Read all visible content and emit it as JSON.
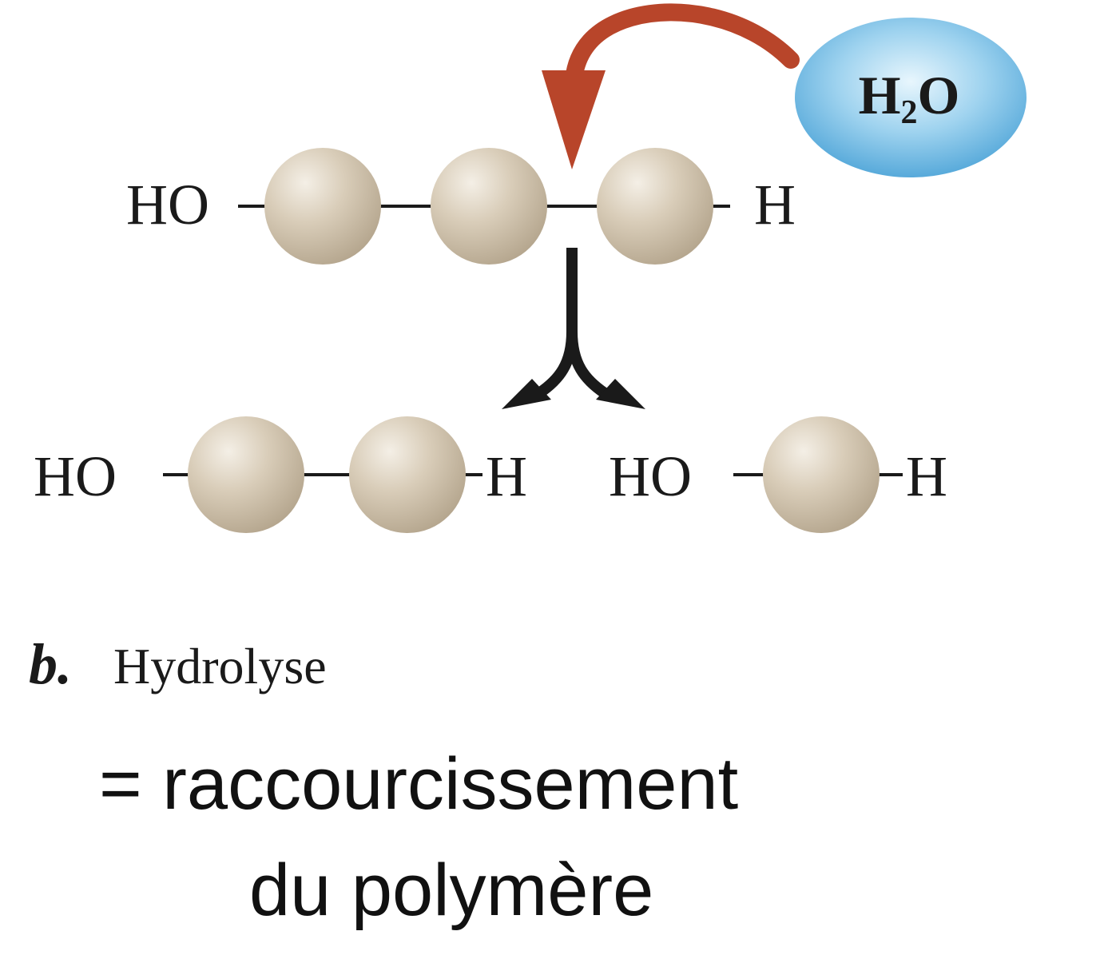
{
  "water": {
    "h": "H",
    "sub": "2",
    "o": "O"
  },
  "polymer": {
    "left_end": "HO",
    "right_end": "H",
    "monomers": 3
  },
  "products": {
    "dimer": {
      "left_end": "HO",
      "right_end": "H",
      "monomers": 2
    },
    "monomer": {
      "left_end": "HO",
      "right_end": "H",
      "monomers": 1
    }
  },
  "caption": {
    "letter": "b.",
    "title": "Hydrolyse"
  },
  "conclusion": {
    "line1": "= raccourcissement",
    "line2": "du polymère"
  },
  "colors": {
    "bead": "#cdbfa8",
    "water_blob": "#5aaedd",
    "reaction_arrow": "#b8452a",
    "split_arrow": "#1a1a1a"
  }
}
